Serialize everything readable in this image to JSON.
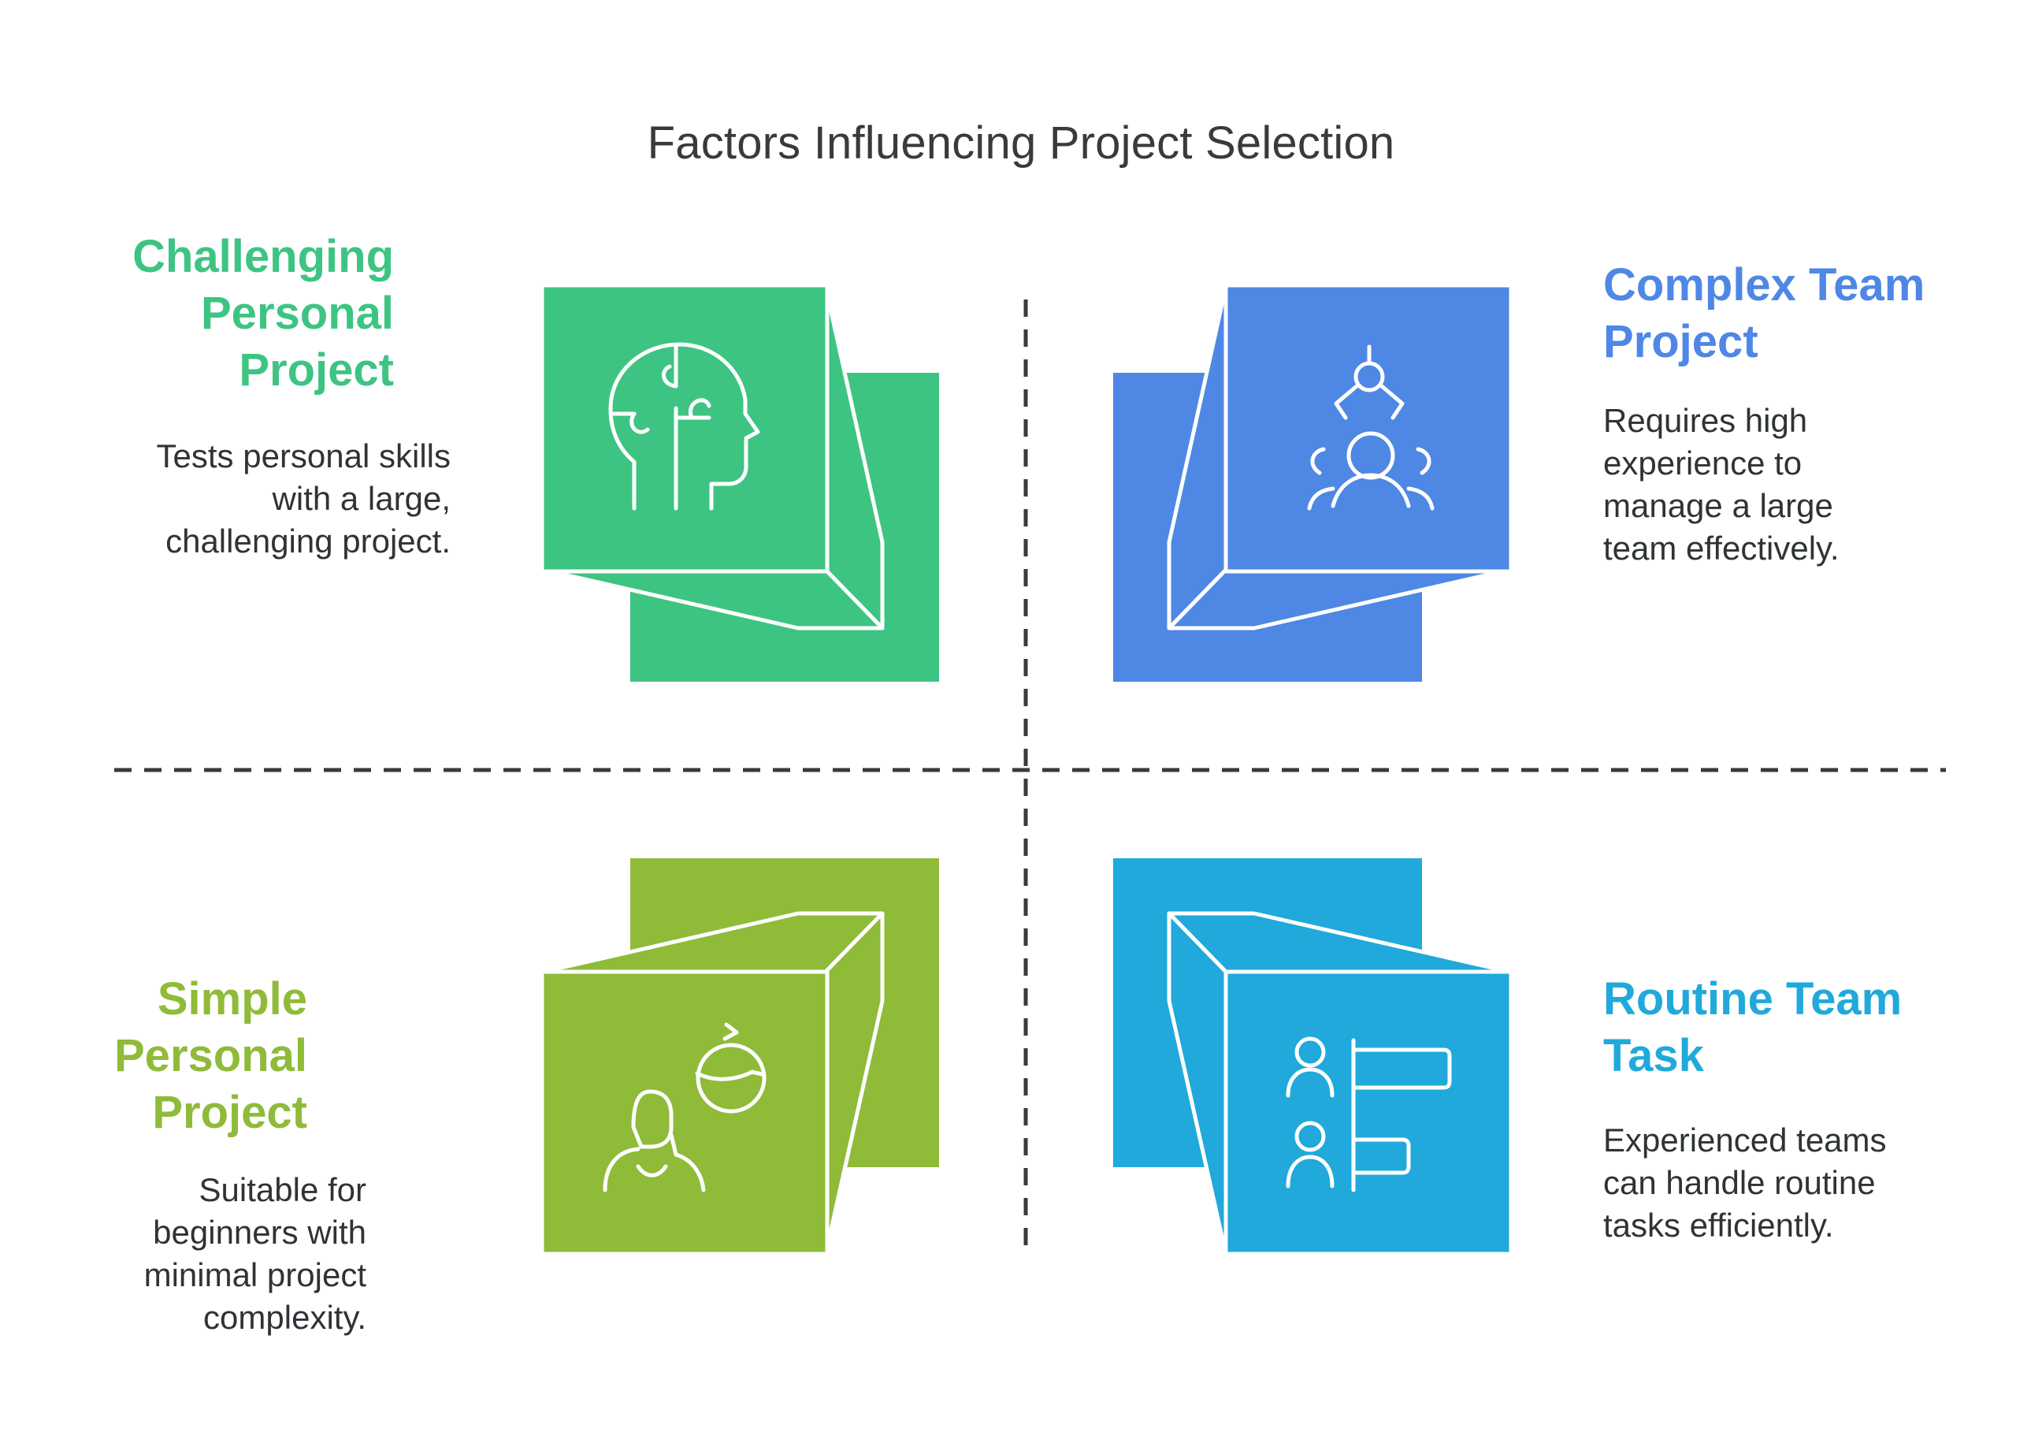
{
  "title": "Factors Influencing Project Selection",
  "colors": {
    "green": "#3ec482",
    "blue": "#4f87e5",
    "lime": "#8fbb39",
    "cyan": "#20a9da",
    "divider": "#3a3a3a"
  },
  "quadrants": {
    "top_left": {
      "heading": [
        "Challenging",
        "Personal",
        "Project"
      ],
      "description": [
        "Tests personal skills",
        "with a large,",
        "challenging project."
      ],
      "icon": "head-puzzle-icon"
    },
    "top_right": {
      "heading": [
        "Complex Team",
        "Project"
      ],
      "description": [
        "Requires high",
        "experience to",
        "manage a large",
        "team effectively."
      ],
      "icon": "team-leader-icon"
    },
    "bottom_left": {
      "heading": [
        "Simple",
        "Personal",
        "Project"
      ],
      "description": [
        "Suitable for",
        "beginners with",
        "minimal project",
        "complexity."
      ],
      "icon": "person-refresh-icon"
    },
    "bottom_right": {
      "heading": [
        "Routine Team",
        "Task"
      ],
      "description": [
        "Experienced teams",
        "can handle routine",
        "tasks efficiently."
      ],
      "icon": "people-tasks-icon"
    }
  }
}
